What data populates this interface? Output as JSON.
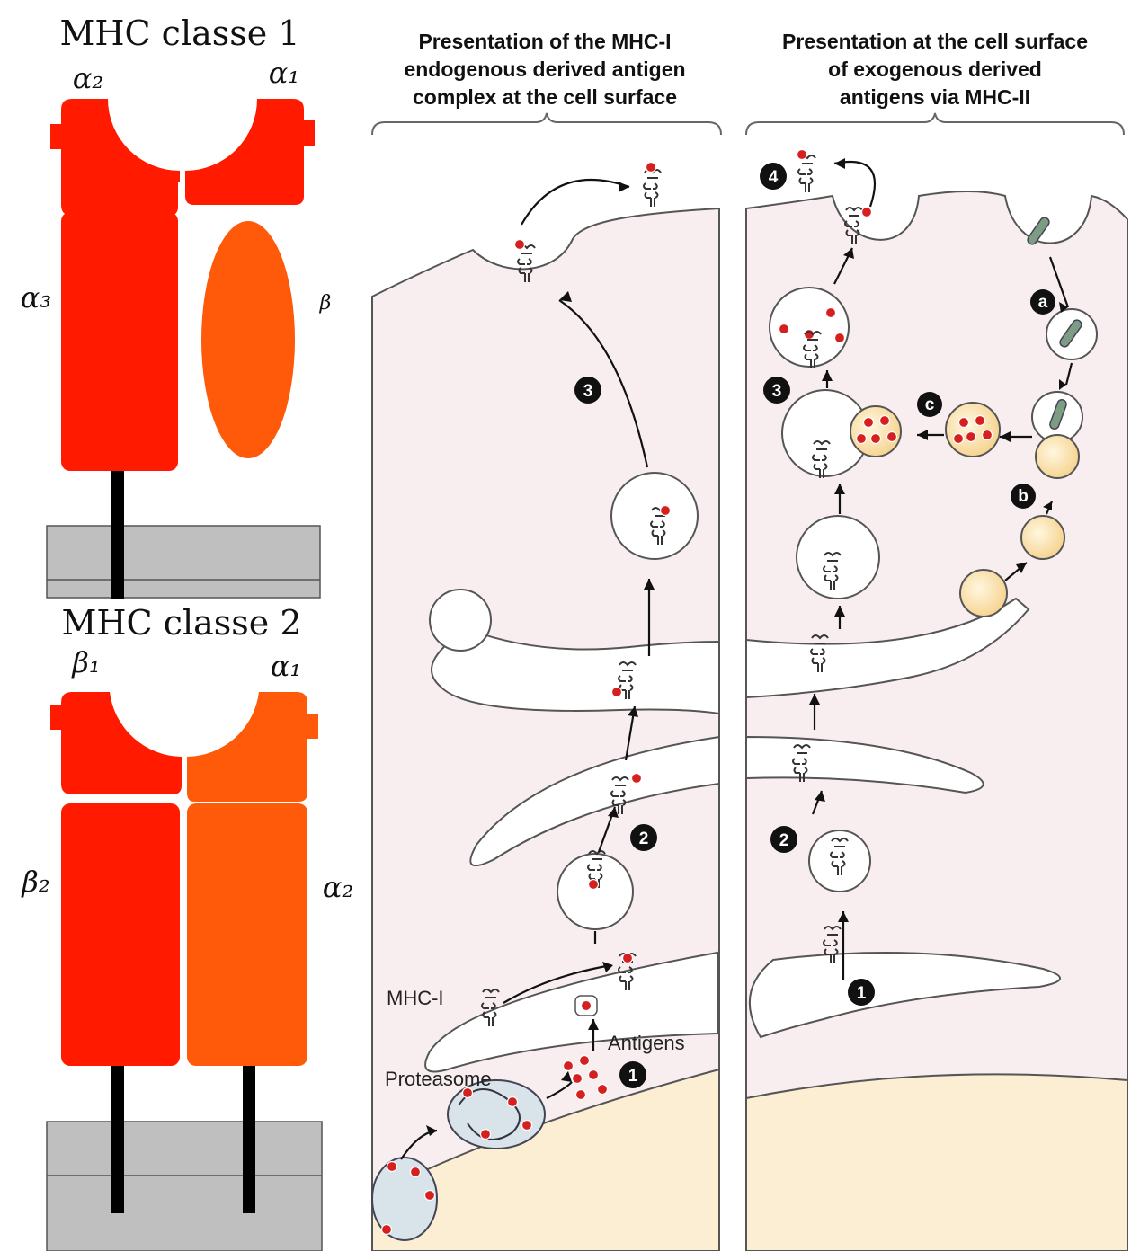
{
  "mhc1": {
    "title": "MHC classe 1",
    "alpha2": "α₂",
    "alpha1": "α₁",
    "alpha3": "α₃",
    "beta": "β"
  },
  "mhc2": {
    "title": "MHC classe 2",
    "beta1": "β₁",
    "alpha1": "α₁",
    "beta2": "β₂",
    "alpha2": "α₂"
  },
  "panel_left": {
    "header": [
      "Presentation of the MHC-I",
      "endogenous derived antigen",
      "complex at the cell surface"
    ],
    "label_mhc": "MHC-I",
    "label_antigens": "Antigens",
    "label_proteasome": "Proteasome",
    "step1": "1",
    "step2": "2",
    "step3": "3"
  },
  "panel_right": {
    "header": [
      "Presentation at the cell surface",
      "of exogenous derived",
      "antigens via MHC-II"
    ],
    "step1": "1",
    "step2": "2",
    "step3": "3",
    "step4": "4",
    "step_a": "a",
    "step_b": "b",
    "step_c": "c"
  },
  "colors": {
    "red": "#ff1a00",
    "orange": "#ff5a0a",
    "gray": "#bfbfbf",
    "cytoplasm": "#f8eef0",
    "nucleus": "#fbeed2",
    "antigen": "#d62020"
  }
}
